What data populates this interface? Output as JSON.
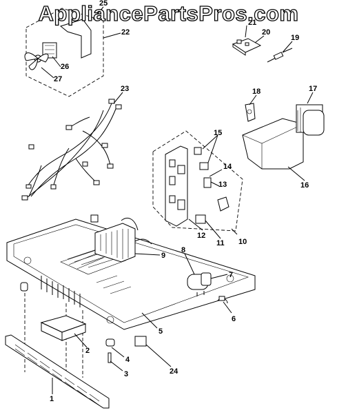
{
  "watermark": "AppliancePartsPros.com",
  "callouts": [
    {
      "id": "1"
    },
    {
      "id": "2"
    },
    {
      "id": "3"
    },
    {
      "id": "4"
    },
    {
      "id": "5"
    },
    {
      "id": "6"
    },
    {
      "id": "7"
    },
    {
      "id": "8"
    },
    {
      "id": "9"
    },
    {
      "id": "10"
    },
    {
      "id": "11"
    },
    {
      "id": "12"
    },
    {
      "id": "13"
    },
    {
      "id": "14"
    },
    {
      "id": "15"
    },
    {
      "id": "16"
    },
    {
      "id": "17"
    },
    {
      "id": "18"
    },
    {
      "id": "19"
    },
    {
      "id": "20"
    },
    {
      "id": "21"
    },
    {
      "id": "22"
    },
    {
      "id": "23"
    },
    {
      "id": "24"
    },
    {
      "id": "25"
    },
    {
      "id": "26"
    },
    {
      "id": "27"
    }
  ]
}
